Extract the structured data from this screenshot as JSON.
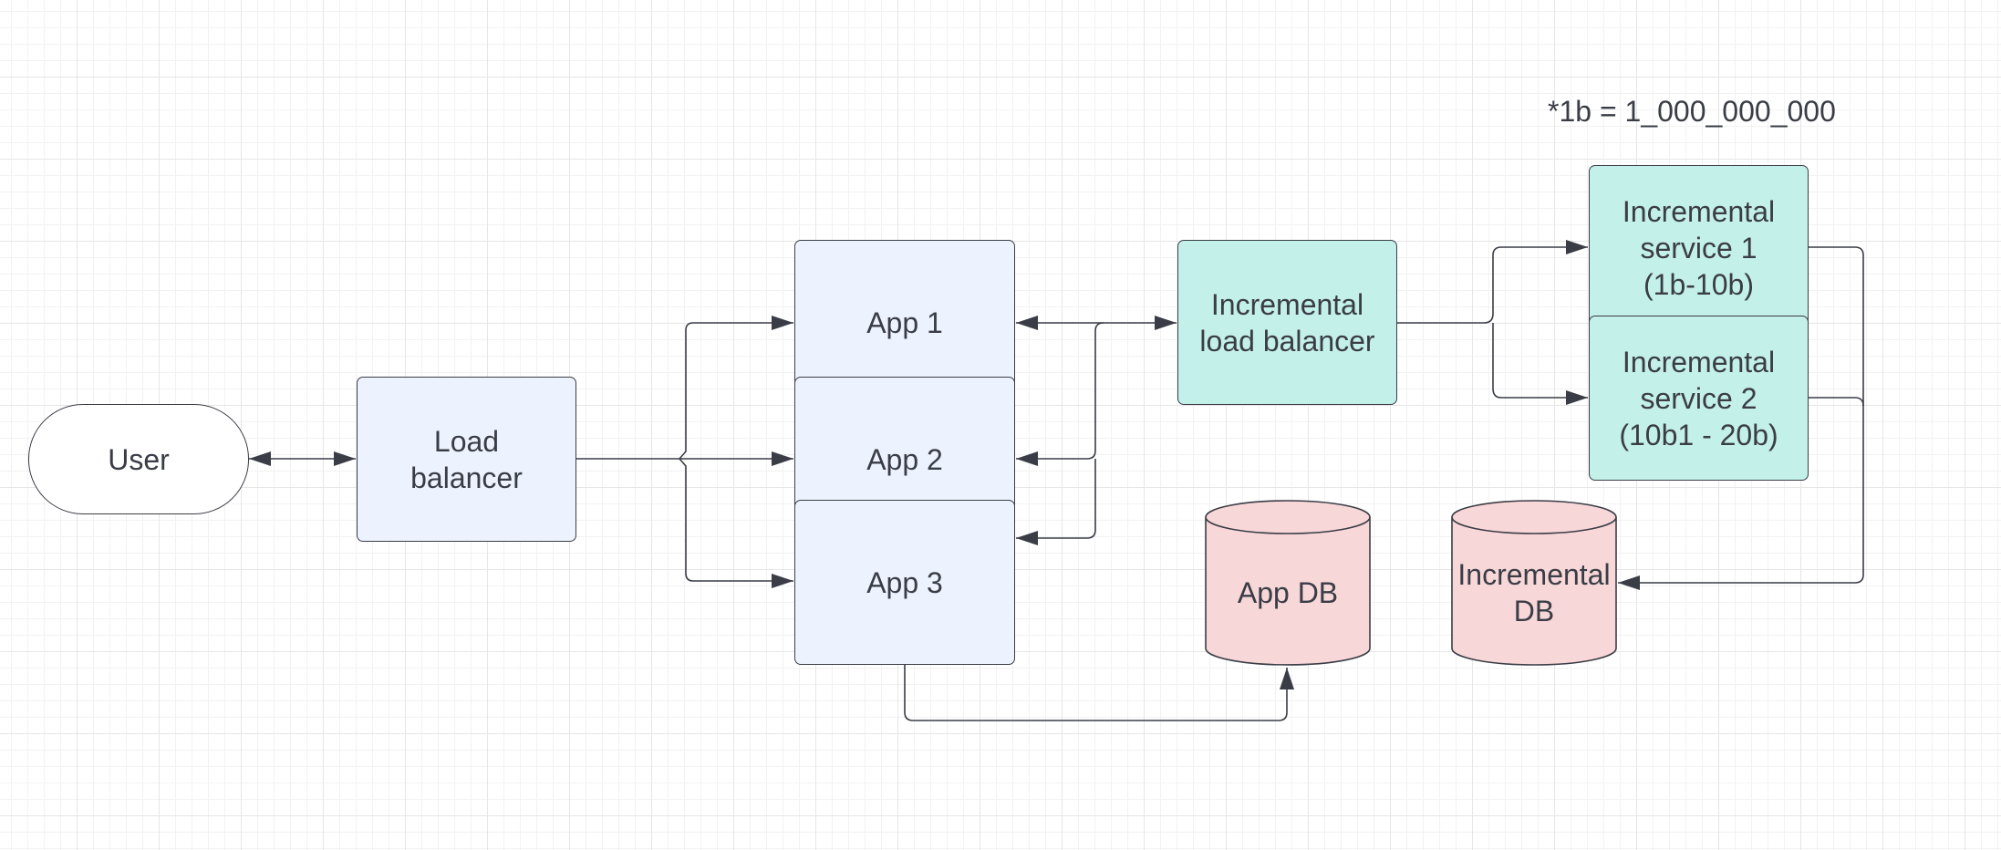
{
  "diagram": {
    "note": "*1b = 1_000_000_000",
    "nodes": {
      "user": "User",
      "load_balancer": "Load\nbalancer",
      "app1": "App 1",
      "app2": "App 2",
      "app3": "App 3",
      "incremental_lb": "Incremental\nload balancer",
      "inc_service1": "Incremental\nservice 1\n(1b-10b)",
      "inc_service2": "Incremental\nservice 2\n(10b1 - 20b)",
      "app_db": "App DB",
      "incremental_db": "Incremental\nDB"
    },
    "colors": {
      "line": "#3a3d46",
      "app_fill": "#edf3fe",
      "service_fill": "#c4f0ea",
      "db_fill": "#f8d7d8",
      "terminal_fill": "#ffffff"
    }
  }
}
